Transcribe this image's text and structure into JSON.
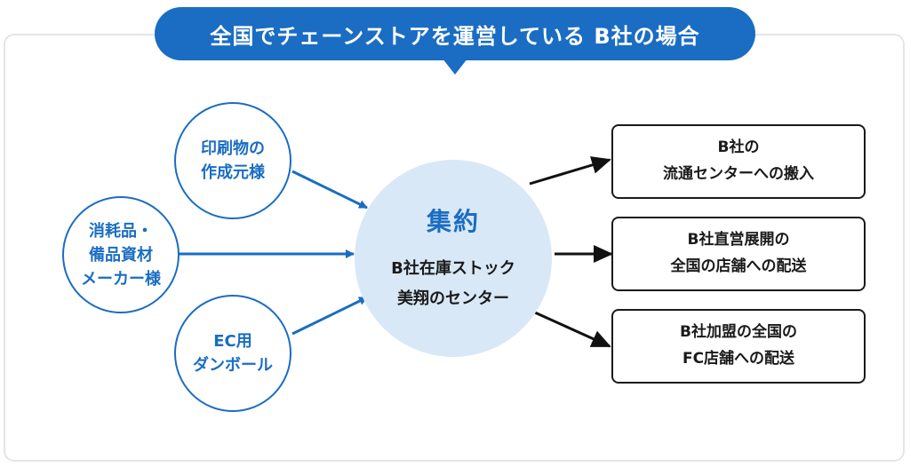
{
  "title": "全国でチェーンストアを運営している B社の場合",
  "sources": [
    {
      "lines": [
        "印刷物の",
        "作成元様"
      ]
    },
    {
      "lines": [
        "消耗品・",
        "備品資材",
        "メーカー様"
      ]
    },
    {
      "lines": [
        "EC用",
        "ダンボール"
      ]
    }
  ],
  "hub": {
    "title": "集約",
    "lines": [
      "B社在庫ストック",
      "美翔のセンター"
    ]
  },
  "destinations": [
    {
      "lines": [
        "B社の",
        "流通センターへの搬入"
      ]
    },
    {
      "lines": [
        "B社直営展開の",
        "全国の店舗への配送"
      ]
    },
    {
      "lines": [
        "B社加盟の全国の",
        "FC店舗への配送"
      ]
    }
  ],
  "colors": {
    "accent": "#1a6dc2",
    "hub_fill": "#d9e8f6",
    "dest_border": "#1a1a1a",
    "frame_border": "#e3e5e8"
  }
}
